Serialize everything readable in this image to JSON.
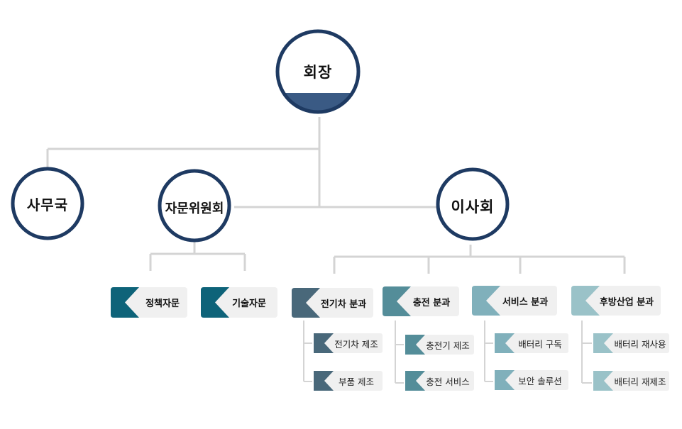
{
  "chairman": "회장",
  "secretariat": "사무국",
  "advisory_committee": "자문위원회",
  "board": "이사회",
  "advisory": [
    "정책자문",
    "기술자문"
  ],
  "divisions": [
    {
      "name": "전기차 분과",
      "items": [
        "전기차 제조",
        "부품 제조"
      ],
      "color": "#49687a"
    },
    {
      "name": "충전 분과",
      "items": [
        "충전기 제조",
        "충전 서비스"
      ],
      "color": "#548d99"
    },
    {
      "name": "서비스 분과",
      "items": [
        "배터리 구독",
        "보안 솔루션"
      ],
      "color": "#80b0bb"
    },
    {
      "name": "후방산업 분과",
      "items": [
        "배터리 재사용",
        "배터리 재제조"
      ],
      "color": "#9ac2c8"
    }
  ],
  "colors": {
    "navy": "#1e3a62",
    "chairman_fill": "#3a5a84",
    "advisory_tab": "#0e6379",
    "box_bg": "#f0f0f0",
    "line": "#d4d4d4"
  }
}
